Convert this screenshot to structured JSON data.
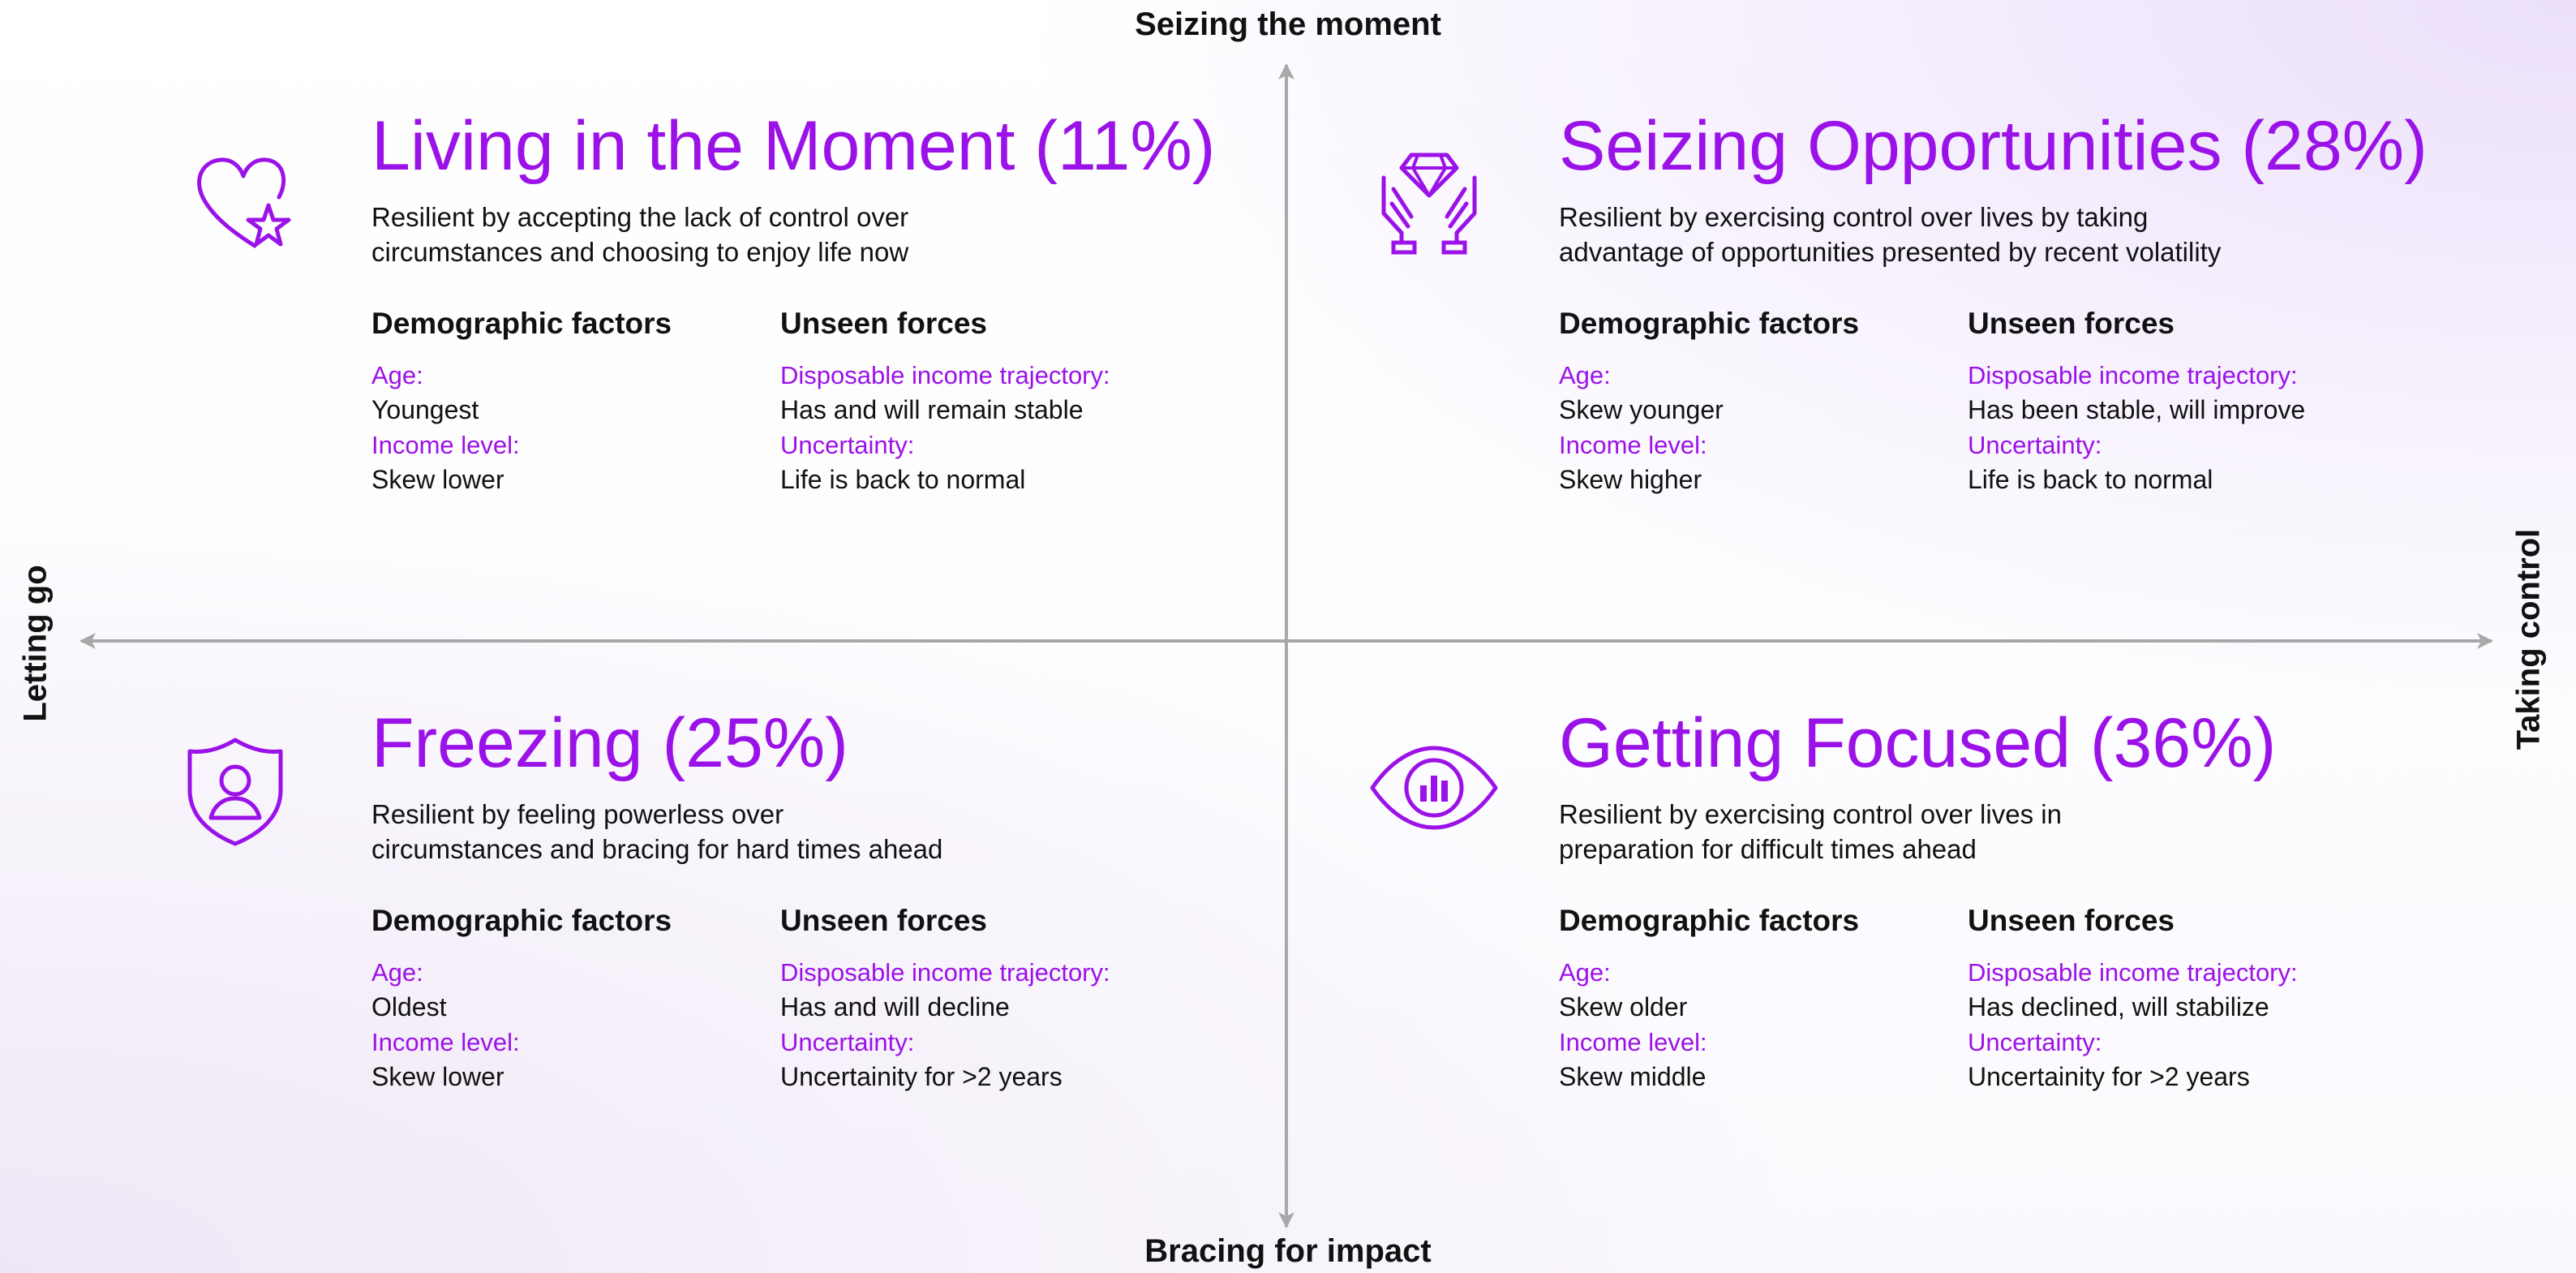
{
  "axes": {
    "top": "Seizing the moment",
    "bottom": "Bracing for impact",
    "left": "Letting go",
    "right": "Taking control"
  },
  "column_headers": {
    "demographic": "Demographic factors",
    "unseen": "Unseen forces"
  },
  "field_labels": {
    "age": "Age:",
    "income": "Income level:",
    "trajectory": "Disposable income trajectory:",
    "uncertainty": "Uncertainty:"
  },
  "quadrants": [
    {
      "title": "Living in the Moment (11%)",
      "desc_line1": "Resilient by accepting the lack of control over",
      "desc_line2": "circumstances and choosing to enjoy life now",
      "age": "Youngest",
      "income": "Skew lower",
      "trajectory": "Has and will remain stable",
      "uncertainty": "Life is back to normal",
      "icon": "heart-star-icon"
    },
    {
      "title": "Seizing Opportunities (28%)",
      "desc_line1": "Resilient by exercising control over lives by taking",
      "desc_line2": "advantage of opportunities presented by recent volatility",
      "age": "Skew younger",
      "income": "Skew higher",
      "trajectory": "Has been stable, will improve",
      "uncertainty": "Life is back to normal",
      "icon": "hands-diamond-icon"
    },
    {
      "title": "Freezing (25%)",
      "desc_line1": "Resilient by feeling powerless over",
      "desc_line2": "circumstances and bracing for hard times ahead",
      "age": "Oldest",
      "income": "Skew lower",
      "trajectory": "Has and will decline",
      "uncertainty": "Uncertainity for >2 years",
      "icon": "shield-person-icon"
    },
    {
      "title": "Getting Focused (36%)",
      "desc_line1": "Resilient by exercising control over lives in",
      "desc_line2": "preparation for difficult times ahead",
      "age": "Skew older",
      "income": "Skew middle",
      "trajectory": "Has declined, will stabilize",
      "uncertainty": "Uncertainity for >2 years",
      "icon": "eye-chart-icon"
    }
  ],
  "colors": {
    "accent": "#9b12e8",
    "axis": "#a8a8a8",
    "text": "#111111"
  }
}
